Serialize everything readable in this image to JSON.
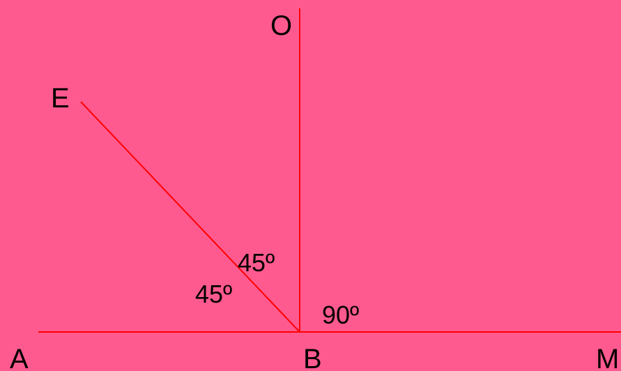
{
  "colors": {
    "background": "#FF5A8F",
    "line": "#FF0000",
    "text": "#000000"
  },
  "points": {
    "A": "A",
    "B": "B",
    "M": "M",
    "O": "O",
    "E": "E"
  },
  "angles": {
    "ebo": "45º",
    "abe": "45º",
    "obm": "90º"
  }
}
